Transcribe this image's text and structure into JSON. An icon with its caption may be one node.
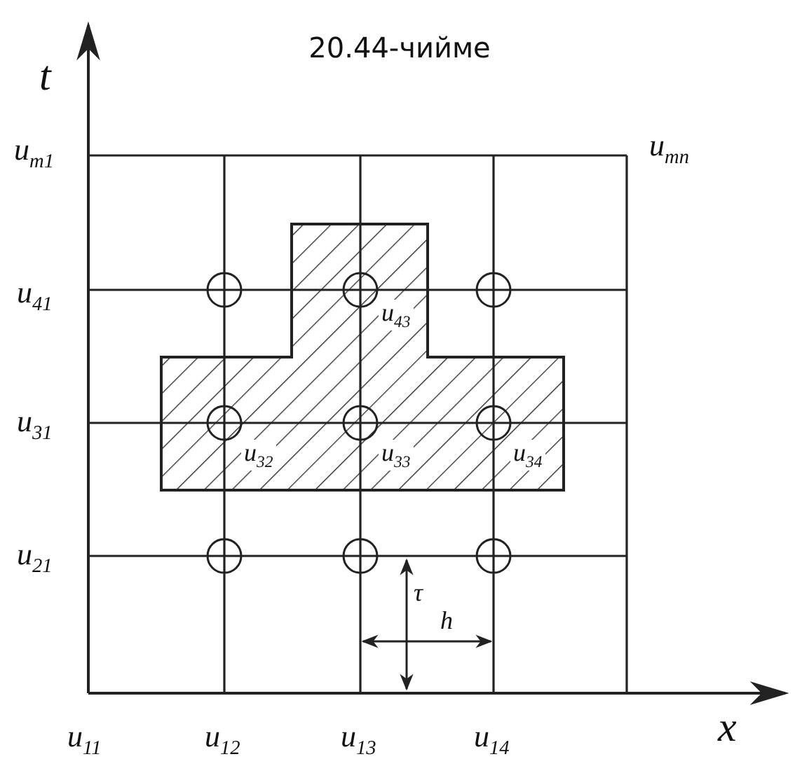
{
  "diagram": {
    "title": "20.44-чийме",
    "labels": [
      "t",
      "u$_{m1}$",
      "u$_{mn}$",
      "u$_{41}$",
      "u$_{43}$",
      "u$_{31}$",
      "u$_{32}$",
      "u$_{33}$",
      "u$_{34}$",
      "u$_{21}$",
      "τ",
      "h",
      "u$_{11}$",
      "u$_{12}$",
      "u$_{13}$",
      "u$_{14}$",
      "x"
    ]
  }
}
